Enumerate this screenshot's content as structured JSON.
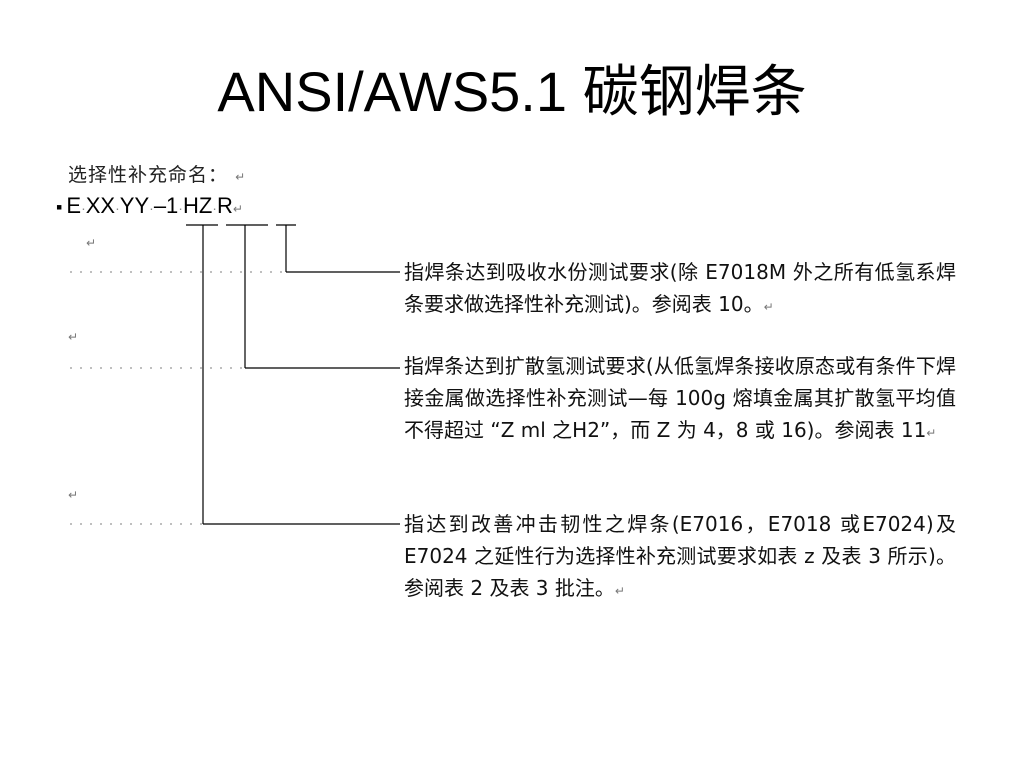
{
  "title": "ANSI/AWS5.1 碳钢焊条",
  "subtitle": "选择性补充命名：",
  "code": {
    "bullet": "▪",
    "parts": [
      "E",
      "XX",
      "YY",
      "–1",
      "HZ",
      "R"
    ]
  },
  "return_mark": "↵",
  "descriptions": [
    {
      "target": "R",
      "text": "指焊条达到吸收水份测试要求(除 E7018M 外之所有低氢系焊条要求做选择性补充测试)。参阅表 10。"
    },
    {
      "target": "HZ",
      "text": "指焊条达到扩散氢测试要求(从低氢焊条接收原态或有条件下焊接金属做选择性补充测试—每 100g 熔填金属其扩散氢平均值不得超过 “Z ml 之H2”，而 Z 为 4，8 或 16)。参阅表 11"
    },
    {
      "target": "–1",
      "text": "指达到改善冲击韧性之焊条(E7016，E7018 或E7024)及 E7024 之延性行为选择性补充测试要求如表 z 及表 3 所示)。参阅表 2 及表 3 批注。"
    }
  ]
}
